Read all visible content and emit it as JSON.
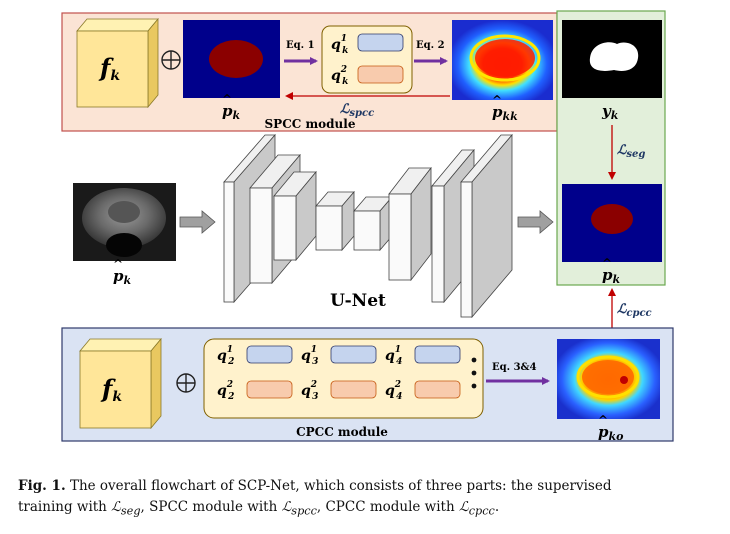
{
  "spcc": {
    "title": "SPCC module",
    "feature": "f",
    "feature_sub": "k",
    "pred": "p",
    "pred_sub": "k",
    "eq1": "Eq. 1",
    "eq2": "Eq. 2",
    "q_top": "q",
    "q_top_sub": "k",
    "q_top_sup": "1",
    "q_bot": "q",
    "q_bot_sub": "k",
    "q_bot_sup": "2",
    "loss": "ℒ",
    "loss_sub": "spcc",
    "pkk": "p",
    "pkk_sub": "kk"
  },
  "seg": {
    "y": "y",
    "y_sub": "k",
    "loss": "ℒ",
    "loss_sub": "seg",
    "pred": "p",
    "pred_sub": "k",
    "loss_cpcc": "ℒ",
    "loss_cpcc_sub": "cpcc"
  },
  "unet": {
    "title": "U-Net",
    "input": "p",
    "input_sub": "k"
  },
  "cpcc": {
    "title": "CPCC module",
    "feature": "f",
    "feature_sub": "k",
    "eq": "Eq. 3&4",
    "pko": "p",
    "pko_sub": "ko",
    "q": [
      {
        "sub": "2",
        "sup": "1"
      },
      {
        "sub": "3",
        "sup": "1"
      },
      {
        "sub": "4",
        "sup": "1"
      },
      {
        "sub": "2",
        "sup": "2"
      },
      {
        "sub": "3",
        "sup": "2"
      },
      {
        "sub": "4",
        "sup": "2"
      }
    ],
    "q_letter": "q"
  },
  "caption": {
    "fig": "Fig. 1.",
    "line1": "The overall flowchart of SCP-Net, which consists of three parts: the supervised",
    "line2_a": "training with ",
    "line2_b": ", SPCC module with ",
    "line2_c": ", CPCC module with ",
    "line2_d": ".",
    "l_seg": "seg",
    "l_spcc": "spcc",
    "l_cpcc": "cpcc",
    "l": "ℒ"
  },
  "colors": {
    "spcc_bg": "#fbe4d5",
    "spcc_border": "#c0504d",
    "cpcc_bg": "#dae3f3",
    "cpcc_border": "#2f3a6b",
    "seg_bg": "#e2efda",
    "seg_border": "#6aa84f",
    "cube": "#ffe699",
    "q_box": "#fff2cc",
    "q_blue": "#c5d4ee",
    "q_orange": "#f8cbad",
    "arrow_purple": "#7030a0",
    "arrow_red": "#c00000",
    "loss_text": "#1f3864"
  }
}
